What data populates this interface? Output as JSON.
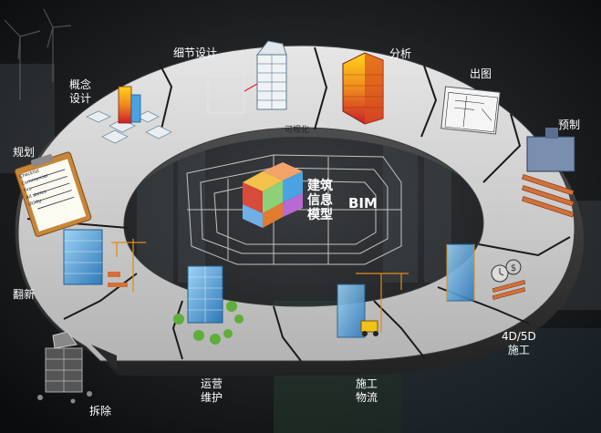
{
  "diagram": {
    "center": {
      "title_lines": [
        "建筑",
        "信息",
        "模型"
      ],
      "acronym": "BIM"
    },
    "inner_caption": "可视化",
    "stages": [
      {
        "id": "planning",
        "lines": [
          "规划"
        ]
      },
      {
        "id": "concept",
        "lines": [
          "概念",
          "设计"
        ]
      },
      {
        "id": "detail",
        "lines": [
          "细节设计"
        ]
      },
      {
        "id": "analysis",
        "lines": [
          "分析"
        ]
      },
      {
        "id": "drawing",
        "lines": [
          "出图"
        ]
      },
      {
        "id": "prefab",
        "lines": [
          "预制"
        ]
      },
      {
        "id": "construction",
        "lines": [
          "4D/5D",
          "施工"
        ]
      },
      {
        "id": "logistics",
        "lines": [
          "施工",
          "物流"
        ]
      },
      {
        "id": "operation",
        "lines": [
          "运营",
          "维护"
        ]
      },
      {
        "id": "demolition",
        "lines": [
          "拆除"
        ]
      },
      {
        "id": "renovation",
        "lines": [
          "翻新"
        ]
      }
    ],
    "checklist_lines": [
      "Checklist",
      "Commercial",
      "Fire",
      "All stores",
      "Utility"
    ],
    "colors": {
      "ring_face": "#c9c9c9",
      "ring_edge": "#2a2a2a",
      "background": "#0e0f10",
      "glass_blue": "#4aa3e0",
      "analysis_orange": "#f08a1c",
      "analysis_red": "#c8202a",
      "crane_orange": "#e08a1a"
    }
  }
}
